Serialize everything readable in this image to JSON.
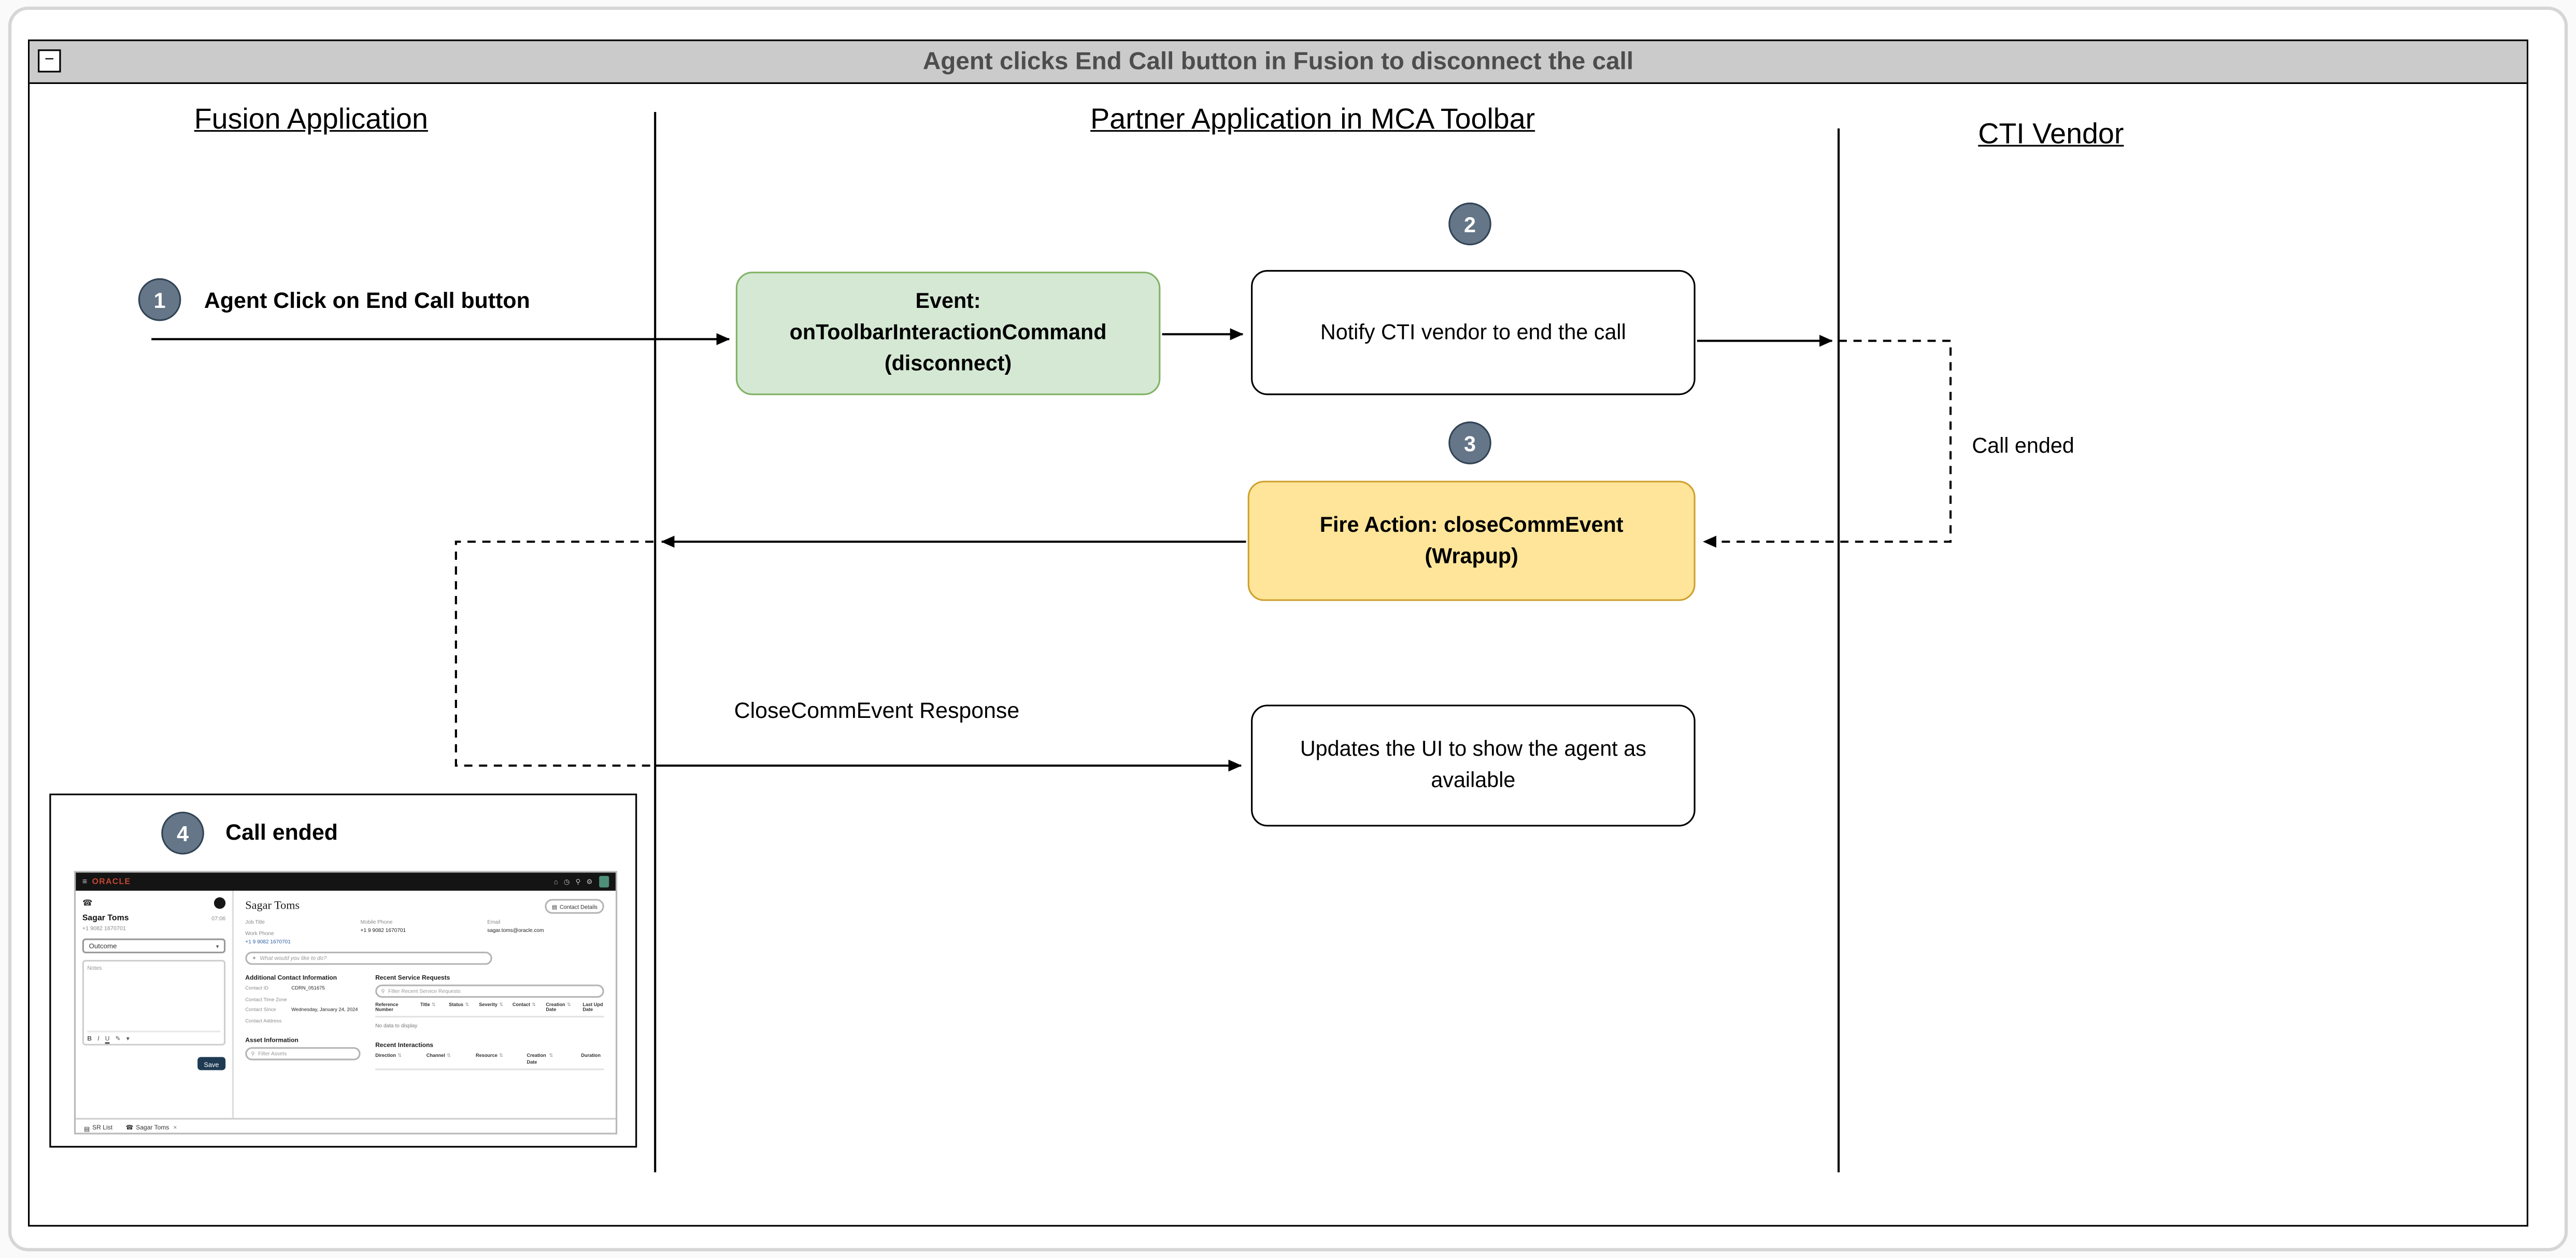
{
  "frame": {
    "title": "Agent clicks End Call button in Fusion to disconnect the call",
    "collapse_glyph": "−"
  },
  "lanes": {
    "fusion": "Fusion Application",
    "partner": "Partner Application in MCA Toolbar",
    "cti": "CTI Vendor"
  },
  "flow": {
    "step1": {
      "badge": "1",
      "label": "Agent Click on End Call button"
    },
    "event_box_lines": [
      "Event:",
      "onToolbarInteractionCommand",
      "(disconnect)"
    ],
    "step2": {
      "badge": "2"
    },
    "notify_box": "Notify CTI vendor to end the call",
    "call_ended_label": "Call ended",
    "step3": {
      "badge": "3"
    },
    "fire_box_lines": [
      "Fire Action: closeCommEvent",
      "(Wrapup)"
    ],
    "response_label": "CloseCommEvent Response",
    "updates_box": "Updates the UI to show the agent as available",
    "step4": {
      "badge": "4",
      "label": "Call ended"
    }
  },
  "colors": {
    "titlebar_bg": "#cbcbcb",
    "titlebar_text": "#4d4d4d",
    "badge_bg": "#647687",
    "badge_border": "#314354",
    "event_fill": "#d5e8d4",
    "event_border": "#82b366",
    "fire_fill": "#ffe599",
    "fire_border": "#d0a030",
    "oracle_red": "#c74634"
  },
  "mini_app": {
    "ui_icons": {
      "search": "⚲",
      "sort": "⇅",
      "caret": "▾"
    },
    "header": {
      "menu_icon": "≡",
      "brand": "ORACLE",
      "home_icon": "⌂",
      "notifications_icon": "◷",
      "search_icon": "⚲",
      "settings_icon": "⚙"
    },
    "call_panel": {
      "phone_icon": "☎",
      "caller_name": "Sagar Toms",
      "timer": "07:06",
      "caller_number": "+1 9082 1670701",
      "outcome_value": "Outcome",
      "notes_placeholder": "Notes",
      "format_bold": "B",
      "format_italic": "I",
      "format_underline": "U",
      "format_edit": "✎",
      "save_button": "Save"
    },
    "contact": {
      "name": "Sagar Toms",
      "details_icon": "▤",
      "details_button": "Contact Details",
      "job_title_label": "Job Title",
      "work_phone_label": "Work Phone",
      "work_phone": "+1 9 9082 1670701",
      "mobile_label": "Mobile Phone",
      "mobile": "+1 9 9082 1670701",
      "email_label": "Email",
      "email": "sagar.toms@oracle.com",
      "assistant_icon": "✦",
      "assistant_placeholder": "What would you like to do?"
    },
    "additional_info": {
      "title": "Additional Contact Information",
      "rows": [
        {
          "label": "Contact ID",
          "value": "CDRN_051675"
        },
        {
          "label": "Contact Time Zone",
          "value": ""
        },
        {
          "label": "Contact Since",
          "value": "Wednesday, January 24, 2024"
        },
        {
          "label": "Contact Address",
          "value": ""
        }
      ]
    },
    "service_requests": {
      "title": "Recent Service Requests",
      "filter_placeholder": "Filter Recent Service Requests",
      "columns": [
        "Reference Number",
        "Title",
        "Status",
        "Severity",
        "Contact",
        "Creation Date",
        "Last Upd Date"
      ],
      "empty_text": "No data to display"
    },
    "assets": {
      "title": "Asset Information",
      "filter_placeholder": "Filter Assets"
    },
    "interactions": {
      "title": "Recent Interactions",
      "columns": [
        "Direction",
        "Channel",
        "Resource",
        "Creation Date",
        "Duration"
      ]
    },
    "tabbar": {
      "tabs": [
        {
          "icon": "▤",
          "label": "SR List"
        },
        {
          "icon": "☎",
          "label": "Sagar Toms",
          "close": "×"
        }
      ]
    }
  }
}
